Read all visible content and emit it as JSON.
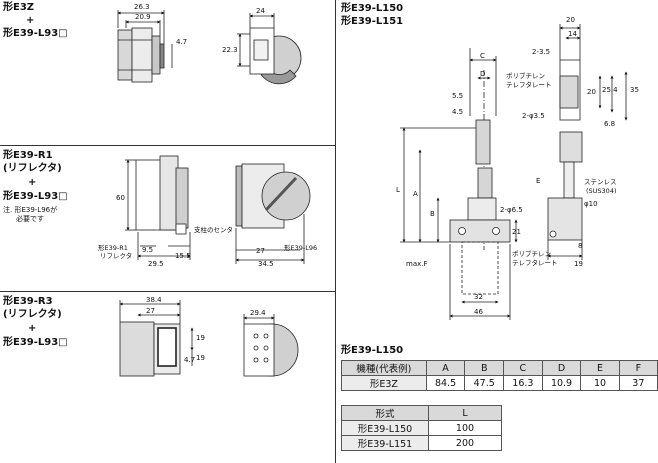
{
  "panels": {
    "p1": {
      "line1": "形E3Z",
      "line2": "+",
      "line3": "形E39-L93□"
    },
    "p2": {
      "line1": "形E39-R1",
      "line2": "(リフレクタ)",
      "line3": "+",
      "line4": "形E39-L93□",
      "note1": "注. 形E39-L96が",
      "note2": "必要です"
    },
    "p3": {
      "line1": "形E39-R3",
      "line2": "(リフレクタ)",
      "line3": "+",
      "line4": "形E39-L93□"
    },
    "p4": {
      "line1": "形E39-L150",
      "line2": "形E39-L151"
    }
  },
  "dims": {
    "p1": [
      "26.3",
      "20.9",
      "4.7",
      "22.3",
      "24"
    ],
    "p2": [
      "60",
      "9.5",
      "29.5",
      "15.5",
      "27",
      "34.5",
      "形E39-R1",
      "リフレクタ",
      "支柱のセンタ",
      "形E39-L96"
    ],
    "p3": [
      "38.4",
      "27",
      "19",
      "19",
      "4.7",
      "29.4"
    ],
    "p4": [
      "C",
      "D",
      "5.5",
      "4.5",
      "L",
      "A",
      "B",
      "2-φ6.5",
      "21",
      "max.F",
      "32",
      "46",
      "20",
      "14",
      "2-3.5",
      "ポリブチレン",
      "テレフタレート",
      "2-φ3.5",
      "20",
      "25.4",
      "35",
      "6.8",
      "E",
      "ステンレス",
      "(SUS304)",
      "φ10",
      "8",
      "19",
      "ポリブチレン",
      "テレフタレート"
    ]
  },
  "table1": {
    "title": "形E39-L150",
    "header": [
      "機種(代表例)",
      "A",
      "B",
      "C",
      "D",
      "E",
      "F"
    ],
    "rows": [
      [
        "形E3Z",
        "84.5",
        "47.5",
        "16.3",
        "10.9",
        "10",
        "37"
      ]
    ]
  },
  "table2": {
    "header": [
      "形式",
      "L"
    ],
    "rows": [
      [
        "形E39-L150",
        "100"
      ],
      [
        "形E39-L151",
        "200"
      ]
    ]
  }
}
